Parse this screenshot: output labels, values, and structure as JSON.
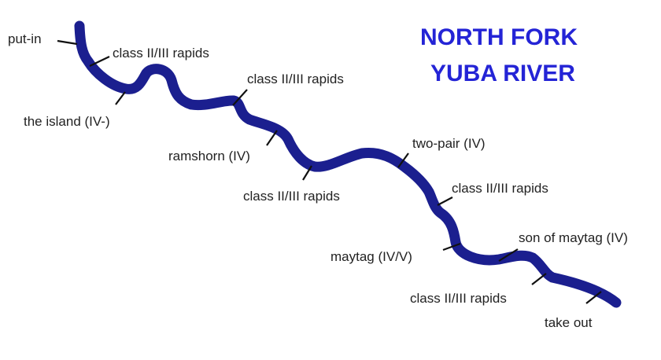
{
  "map": {
    "title_line_1": "NORTH FORK",
    "title_line_2": "YUBA RIVER",
    "labels": {
      "put_in": "put-in",
      "rapids_1": "class II/III rapids",
      "the_island": "the island (IV-)",
      "rapids_2": "class II/III rapids",
      "ramshorn": "ramshorn (IV)",
      "rapids_3": "class II/III rapids",
      "two_pair": "two-pair (IV)",
      "rapids_4": "class II/III rapids",
      "maytag": "maytag (IV/V)",
      "son_of_maytag": "son of maytag (IV)",
      "rapids_5": "class II/III rapids",
      "take_out": "take out"
    }
  },
  "colors": {
    "river": "#1b1f8f",
    "title": "#2424d6",
    "label_text": "#222222",
    "leader_line": "#111111",
    "background": "#ffffff"
  }
}
